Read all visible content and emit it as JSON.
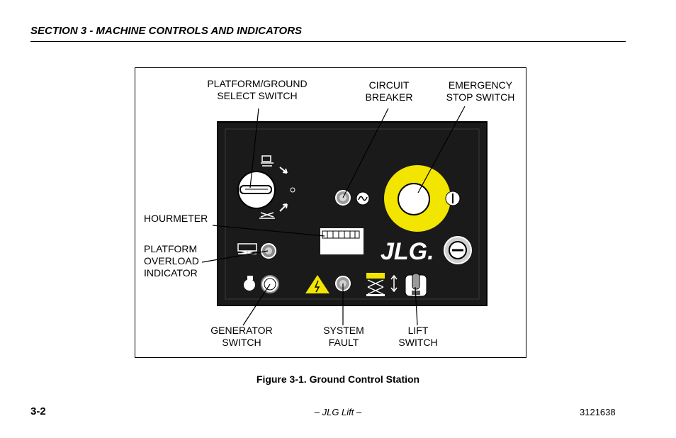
{
  "header": {
    "section_title": "SECTION 3 - MACHINE CONTROLS AND INDICATORS"
  },
  "figure": {
    "caption": "Figure 3-1. Ground Control Station",
    "logo_text": "JLG.",
    "callouts": {
      "platform_ground_select_switch": [
        "PLATFORM/GROUND",
        "SELECT SWITCH"
      ],
      "circuit_breaker": [
        "CIRCUIT",
        "BREAKER"
      ],
      "emergency_stop_switch": [
        "EMERGENCY",
        "STOP SWITCH"
      ],
      "hourmeter": [
        "HOURMETER"
      ],
      "platform_overload_indicator": [
        "PLATFORM",
        "OVERLOAD",
        "INDICATOR"
      ],
      "generator_switch": [
        "GENERATOR",
        "SWITCH"
      ],
      "system_fault": [
        "SYSTEM",
        "FAULT"
      ],
      "lift_switch": [
        "LIFT",
        "SWITCH"
      ]
    },
    "colors": {
      "panel": "#1a1a1a",
      "estop_ring": "#f2e600",
      "warning": "#f2e600"
    }
  },
  "footer": {
    "page_number": "3-2",
    "center_text": "– JLG Lift –",
    "doc_number": "3121638"
  }
}
